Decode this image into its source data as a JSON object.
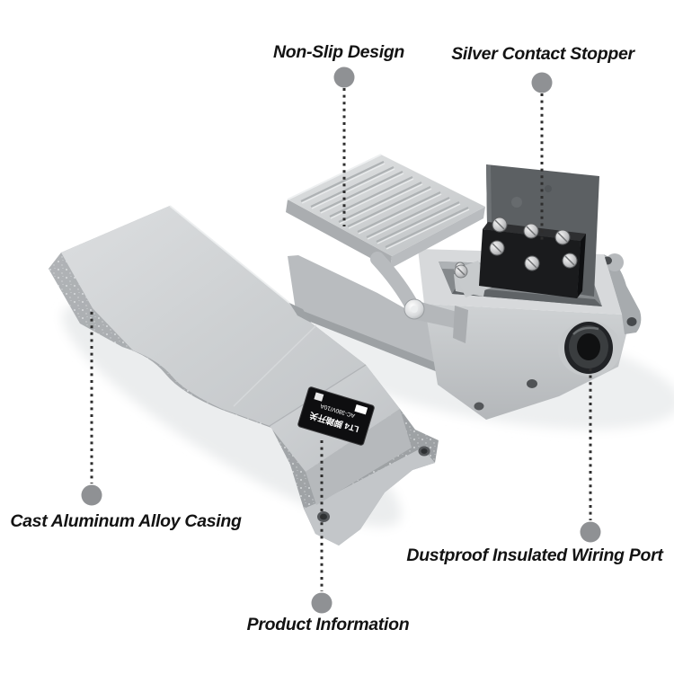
{
  "image_type": "product annotation photo of two industrial foot pedal switches",
  "annotations": [
    {
      "label": "Non-Slip Design"
    },
    {
      "label": "Silver Contact Stopper"
    },
    {
      "label": "Cast Aluminum Alloy Casing"
    },
    {
      "label": "Product Information"
    },
    {
      "label": "Dustproof Insulated Wiring Port"
    }
  ],
  "product_sticker": {
    "line1": "LT4 脚踏开关",
    "line2": "AC-380V/10A"
  },
  "colors": {
    "background": "#ffffff",
    "annotation_text": "#131313",
    "leader_line": "#2e2e2e",
    "leader_dot": "#8f9194",
    "casing_gray_light": "#d7d9db",
    "casing_gray_mid": "#c6c9cb",
    "casing_gray_dark": "#a8acaf",
    "sticker_bg": "#0e0e10",
    "sticker_text": "#ffffff",
    "switch_block": "#1a1b1d",
    "insulation_sheet": "#5c6063",
    "wiring_port": "#212326"
  }
}
